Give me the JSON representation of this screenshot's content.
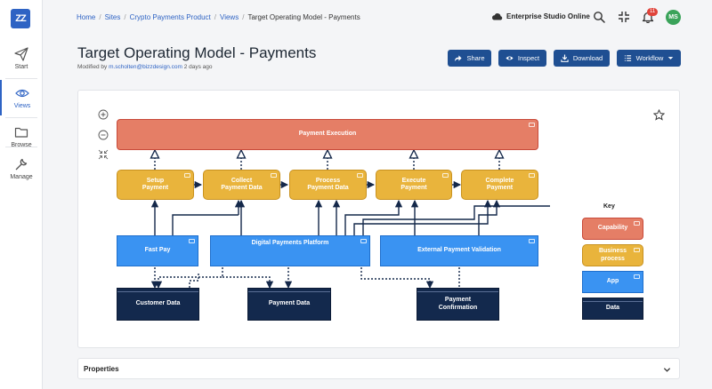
{
  "app": {
    "logo": "ZZ",
    "brand_color": "#2e63c4",
    "button_color": "#1f4f92"
  },
  "nav": [
    {
      "label": "Start",
      "icon": "paper-plane-icon"
    },
    {
      "label": "Views",
      "icon": "eye-icon",
      "active": true
    },
    {
      "label": "Browse",
      "icon": "folder-icon"
    },
    {
      "label": "Manage",
      "icon": "wrench-icon"
    }
  ],
  "breadcrumb": {
    "items": [
      "Home",
      "Sites",
      "Crypto Payments Product",
      "Views"
    ],
    "current": "Target Operating Model - Payments"
  },
  "topbar": {
    "studio": "Enterprise Studio Online",
    "notifications": "11",
    "avatar": "MS"
  },
  "header": {
    "title": "Target Operating Model - Payments",
    "modified_prefix": "Modified by",
    "modified_by": "m.scholten@bizzdesign.com",
    "modified_when": "2 days ago"
  },
  "actions": {
    "share": "Share",
    "inspect": "Inspect",
    "download": "Download",
    "workflow": "Workflow"
  },
  "diagram": {
    "capability": "Payment Execution",
    "processes": [
      "Setup\nPayment",
      "Collect\nPayment Data",
      "Process\nPayment Data",
      "Execute\nPayment",
      "Complete\nPayment"
    ],
    "apps": [
      "Fast Pay",
      "Digital Payments Platform",
      "External Payment Validation"
    ],
    "data": [
      "Customer Data",
      "Payment Data",
      "Payment\nConfirmation"
    ]
  },
  "key": {
    "title": "Key",
    "items": [
      "Capability",
      "Business\nprocess",
      "App",
      "Data"
    ]
  },
  "properties": {
    "label": "Properties"
  },
  "colors": {
    "capability": "#e57e66",
    "process": "#e9b43c",
    "app": "#3a93f2",
    "data": "#13294d"
  }
}
